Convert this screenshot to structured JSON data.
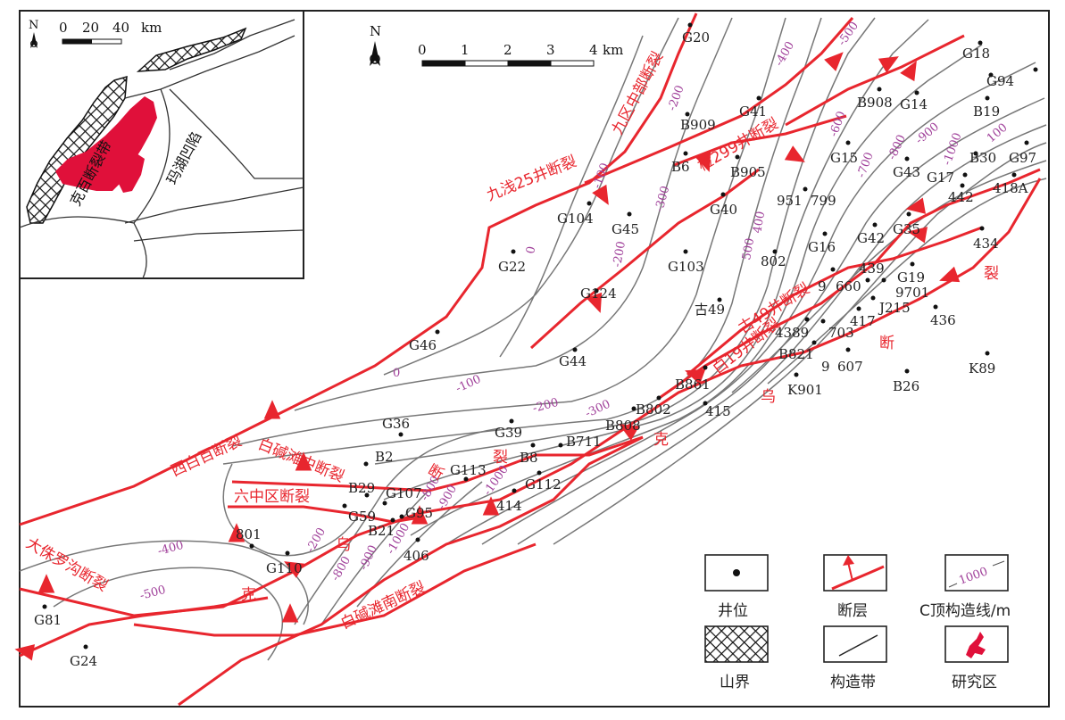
{
  "colors": {
    "fault": "#e8262e",
    "contour": "#777777",
    "contour_label": "#a0409a",
    "frame": "#222222",
    "study_area": "#e0103a"
  },
  "north_label": "N",
  "main_scale": {
    "ticks": [
      "0",
      "1",
      "2",
      "3",
      "4"
    ],
    "unit": "km"
  },
  "inset": {
    "north_label": "N",
    "scale_ticks": [
      "0",
      "20",
      "40"
    ],
    "scale_unit": "km",
    "label_zone": "克百断裂带",
    "label_depression": "玛湖凹陷"
  },
  "wells": [
    "G20",
    "G18",
    "G94",
    "B908",
    "G14",
    "B19",
    "G41",
    "B909",
    "B6",
    "B905",
    "G15",
    "G43",
    "G17",
    "B30",
    "G97",
    "442",
    "418A",
    "951",
    "799",
    "G40",
    "G104",
    "G45",
    "G22",
    "G103",
    "802",
    "G16",
    "G42",
    "G35",
    "434",
    "9",
    "660",
    "439",
    "G19",
    "9701",
    "J215",
    "417",
    "436",
    "古49",
    "G124",
    "4389",
    "703",
    "B821",
    "9",
    "607",
    "K901",
    "B26",
    "K89",
    "G46",
    "G44",
    "B861",
    "B802",
    "415",
    "B808",
    "G36",
    "G39",
    "B711",
    "B8",
    "B2",
    "G113",
    "G112",
    "B29",
    "G107",
    "G59",
    "G95",
    "B21",
    "414",
    "406",
    "801",
    "G110",
    "G81",
    "G24"
  ],
  "fault_labels": [
    "九区中部断裂",
    "九浅25井断裂",
    "检299井断裂",
    "古49井断裂",
    "白19井断裂",
    "西白百断裂",
    "白碱滩中断裂",
    "六中区断裂",
    "大侏罗沟断裂",
    "白碱滩南断裂",
    "克",
    "乌",
    "断",
    "裂",
    "克",
    "乌",
    "断",
    "裂"
  ],
  "contour_labels": [
    "0",
    "-100",
    "-200",
    "-300",
    "-400",
    "-500",
    "-200",
    "500",
    "400",
    "0",
    "-100",
    "-200",
    "-300",
    "-400",
    "-500",
    "-800",
    "-900",
    "-1000",
    "-800",
    "-900",
    "-1000",
    "-200",
    "-700",
    "-800",
    "-900",
    "-1000",
    "100",
    "-600"
  ],
  "legend": {
    "well": "井位",
    "fault": "断层",
    "contour": "C顶构造线/m",
    "contour_sample": "1000",
    "mountain": "山界",
    "structural_belt": "构造带",
    "study_area": "研究区"
  }
}
